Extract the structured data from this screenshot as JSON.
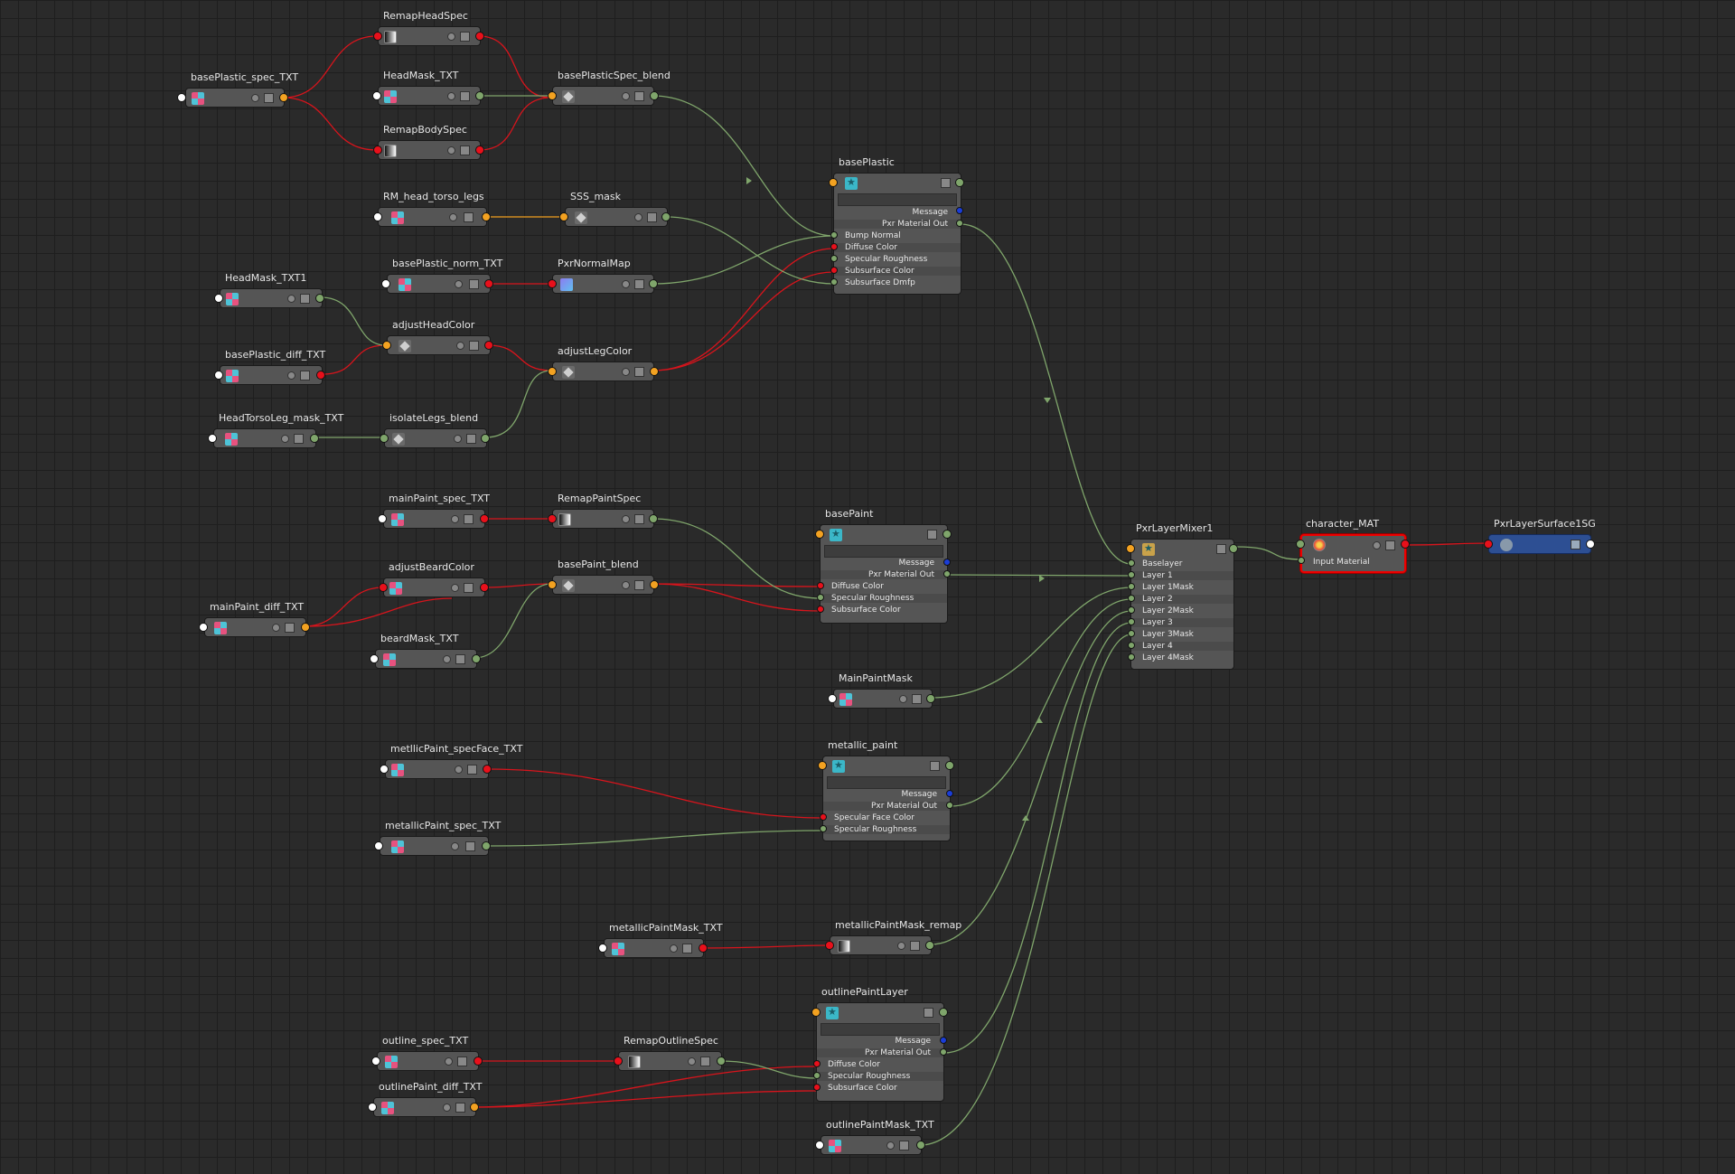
{
  "nodes": {
    "basePlastic_spec_TXT": "basePlastic_spec_TXT",
    "RemapHeadSpec": "RemapHeadSpec",
    "HeadMask_TXT": "HeadMask_TXT",
    "basePlasticSpec_blend": "basePlasticSpec_blend",
    "RemapBodySpec": "RemapBodySpec",
    "RM_head_torso_legs": "RM_head_torso_legs",
    "SSS_mask": "SSS_mask",
    "HeadMask_TXT1": "HeadMask_TXT1",
    "basePlastic_norm_TXT": "basePlastic_norm_TXT",
    "PxrNormalMap": "PxrNormalMap",
    "adjustHeadColor": "adjustHeadColor",
    "basePlastic_diff_TXT": "basePlastic_diff_TXT",
    "adjustLegColor": "adjustLegColor",
    "HeadTorsoLeg_mask_TXT": "HeadTorsoLeg_mask_TXT",
    "isolateLegs_blend": "isolateLegs_blend",
    "mainPaint_spec_TXT": "mainPaint_spec_TXT",
    "RemapPaintSpec": "RemapPaintSpec",
    "adjustBeardColor": "adjustBeardColor",
    "basePaint_blend": "basePaint_blend",
    "mainPaint_diff_TXT": "mainPaint_diff_TXT",
    "beardMask_TXT": "beardMask_TXT",
    "MainPaintMask": "MainPaintMask",
    "metllicPaint_specFace_TXT": "metllicPaint_specFace_TXT",
    "metallicPaint_spec_TXT": "metallicPaint_spec_TXT",
    "metallicPaintMask_TXT": "metallicPaintMask_TXT",
    "metallicPaintMask_remap": "metallicPaintMask_remap",
    "outline_spec_TXT": "outline_spec_TXT",
    "RemapOutlineSpec": "RemapOutlineSpec",
    "outlinePaint_diff_TXT": "outlinePaint_diff_TXT",
    "outlinePaintMask_TXT": "outlinePaintMask_TXT",
    "basePlastic": "basePlastic",
    "basePaint": "basePaint",
    "metallic_paint": "metallic_paint",
    "outlinePaintLayer": "outlinePaintLayer",
    "PxrLayerMixer1": "PxrLayerMixer1",
    "character_MAT": "character_MAT",
    "PxrLayerSurface1SG": "PxrLayerSurface1SG"
  },
  "attrs": {
    "basePlastic": [
      "Message",
      "Pxr Material Out",
      "Bump Normal",
      "Diffuse Color",
      "Specular Roughness",
      "Subsurface Color",
      "Subsurface Dmfp"
    ],
    "basePaint": [
      "Message",
      "Pxr Material Out",
      "Diffuse Color",
      "Specular Roughness",
      "Subsurface Color"
    ],
    "metallic_paint": [
      "Message",
      "Pxr Material Out",
      "Specular Face Color",
      "Specular Roughness"
    ],
    "outlinePaintLayer": [
      "Message",
      "Pxr Material Out",
      "Diffuse Color",
      "Specular Roughness",
      "Subsurface Color"
    ],
    "PxrLayerMixer1": [
      "Baselayer",
      "Layer 1",
      "Layer 1Mask",
      "Layer 2",
      "Layer 2Mask",
      "Layer 3",
      "Layer 3Mask",
      "Layer 4",
      "Layer 4Mask"
    ],
    "character_MAT": [
      "Input Material"
    ]
  },
  "colors": {
    "background": "#2a2a2a",
    "grid": "#1e1e1e",
    "wire_color": "#e8101b",
    "wire_float": "#7fa56b",
    "wire_alpha": "#f3a221",
    "selected_outline": "#ee0000",
    "shading_group": "#2d4f93"
  }
}
